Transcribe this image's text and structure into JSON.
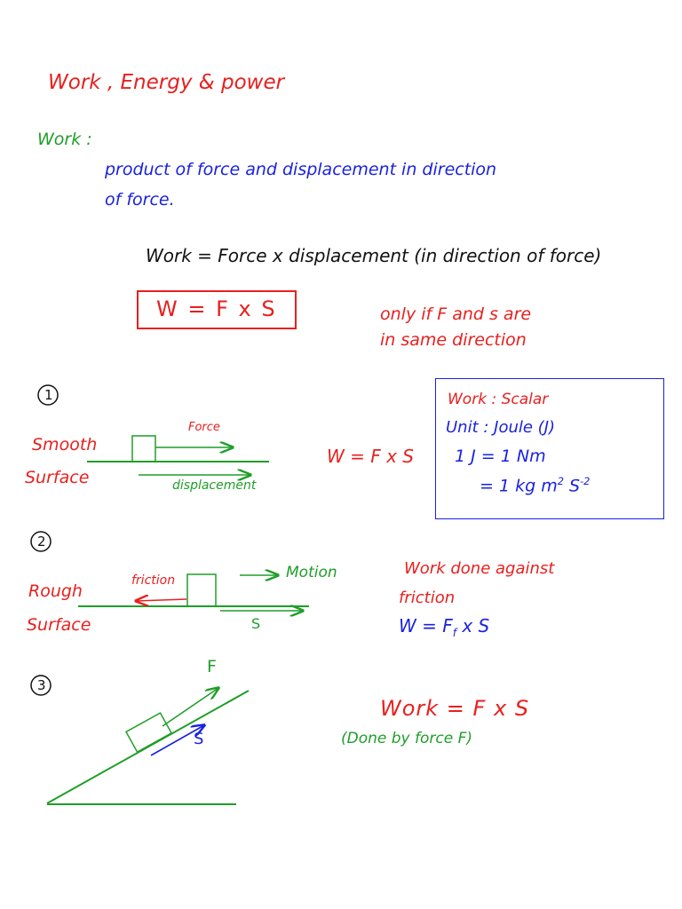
{
  "title": "Work , Energy & power",
  "work_heading": "Work :",
  "definition": {
    "line1": "product of force and displacement in direction",
    "line2": "of force."
  },
  "formula_text": "Work = Force x displacement (in direction of force)",
  "boxed_formula": "W = F x S",
  "condition": {
    "line1": "only if F and s are",
    "line2": "in same direction"
  },
  "examples": [
    {
      "number": "1",
      "surface_line1": "Smooth",
      "surface_line2": "Surface",
      "force_label": "Force",
      "displacement_label": "displacement",
      "equation": "W = F x S"
    },
    {
      "number": "2",
      "surface_line1": "Rough",
      "surface_line2": "Surface",
      "friction_label": "friction",
      "motion_label": "Motion",
      "s_label": "S",
      "note_line1": "Work done against",
      "note_line2": "friction",
      "equation": "W = F",
      "equation_sub": "f",
      "equation_tail": "x S"
    },
    {
      "number": "3",
      "f_label": "F",
      "s_label": "S",
      "equation": "Work = F x S",
      "note": "(Done by force F)"
    }
  ],
  "info_box": {
    "line1": "Work : Scalar",
    "line2": "Unit : Joule (J)",
    "line3": "1 J = 1 Nm",
    "line4": "= 1 kg m",
    "line4_sup1": "2",
    "line4_mid": " S",
    "line4_sup2": "-2"
  },
  "colors": {
    "red": "#e8201e",
    "green": "#1f9e28",
    "blue": "#1a22e0",
    "black": "#111111"
  }
}
